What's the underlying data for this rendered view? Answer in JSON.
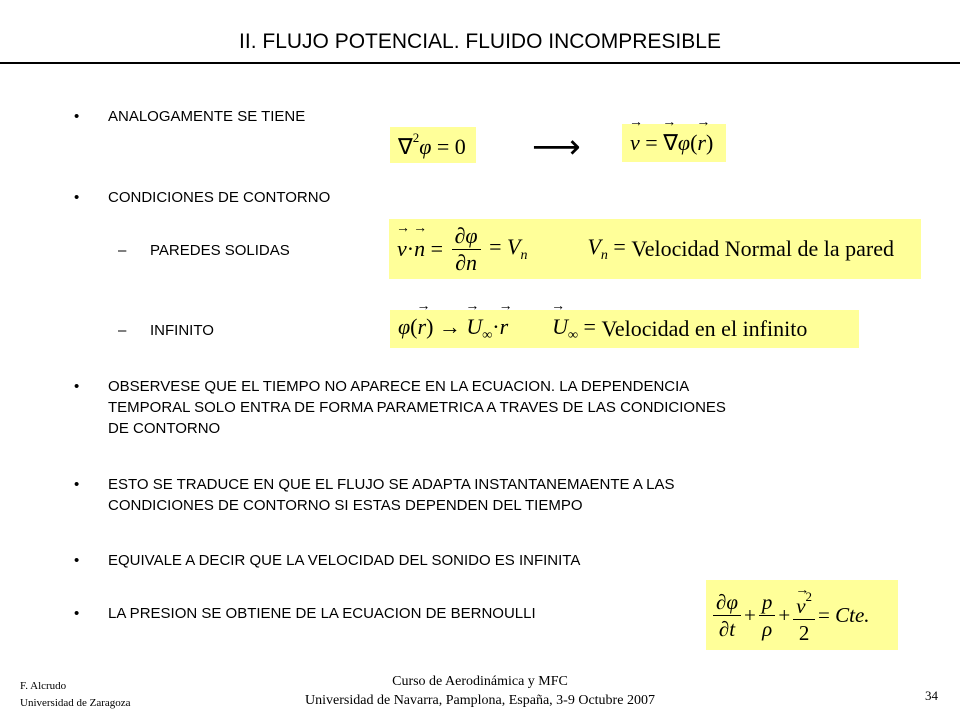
{
  "title": "II. FLUJO POTENCIAL. FLUIDO INCOMPRESIBLE",
  "bullets": {
    "b1": "ANALOGAMENTE SE TIENE",
    "b2": "CONDICIONES DE CONTORNO",
    "b2a": "PAREDES SOLIDAS",
    "b2b": "INFINITO",
    "b3_line1": "OBSERVESE QUE EL TIEMPO NO APARECE EN LA ECUACION. LA DEPENDENCIA",
    "b3_line2": "TEMPORAL SOLO ENTRA DE FORMA PARAMETRICA A TRAVES DE LAS CONDICIONES",
    "b3_line3": "DE CONTORNO",
    "b4_line1": "ESTO SE TRADUCE EN QUE EL FLUJO SE ADAPTA INSTANTANEMAENTE A LAS",
    "b4_line2": "CONDICIONES DE CONTORNO SI ESTAS DEPENDEN DEL TIEMPO",
    "b5": "EQUIVALE A DECIR QUE LA VELOCIDAD DEL SONIDO ES INFINITA",
    "b6": "LA PRESION SE OBTIENE DE LA ECUACION DE BERNOULLI"
  },
  "equations": {
    "wall_text": "Velocidad  Normal de la pared",
    "infinity_text": "Velocidad  en el infinito",
    "bernoulli_const": "Cte."
  },
  "footer": {
    "author": "F. Alcrudo",
    "affiliation": "Universidad de Zaragoza",
    "course": "Curso de Aerodinámica y MFC",
    "venue": "Universidad de Navarra, Pamplona, España, 3-9 Octubre 2007",
    "page": "34"
  }
}
